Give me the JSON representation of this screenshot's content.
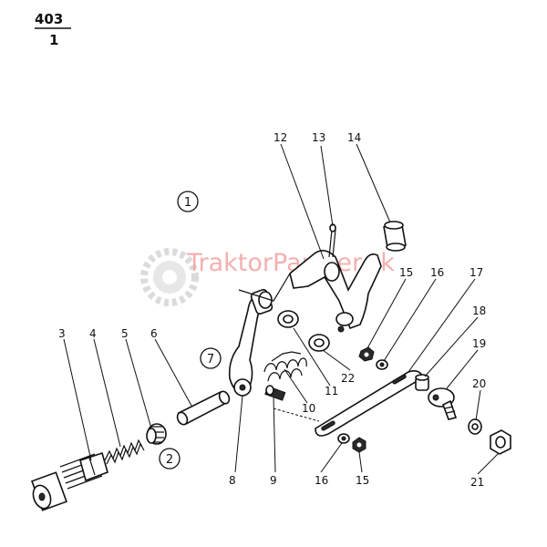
{
  "page": {
    "number": "403",
    "sheet": "1"
  },
  "watermark": {
    "text": "TraktorPartner.sk",
    "color": "#e88a8a"
  },
  "assembly_markers": [
    "1",
    "7",
    "2"
  ],
  "part_labels": [
    "3",
    "4",
    "5",
    "6",
    "8",
    "9",
    "10",
    "11",
    "22",
    "12",
    "13",
    "14",
    "15",
    "16",
    "17",
    "18",
    "19",
    "20",
    "21",
    "16",
    "15"
  ]
}
